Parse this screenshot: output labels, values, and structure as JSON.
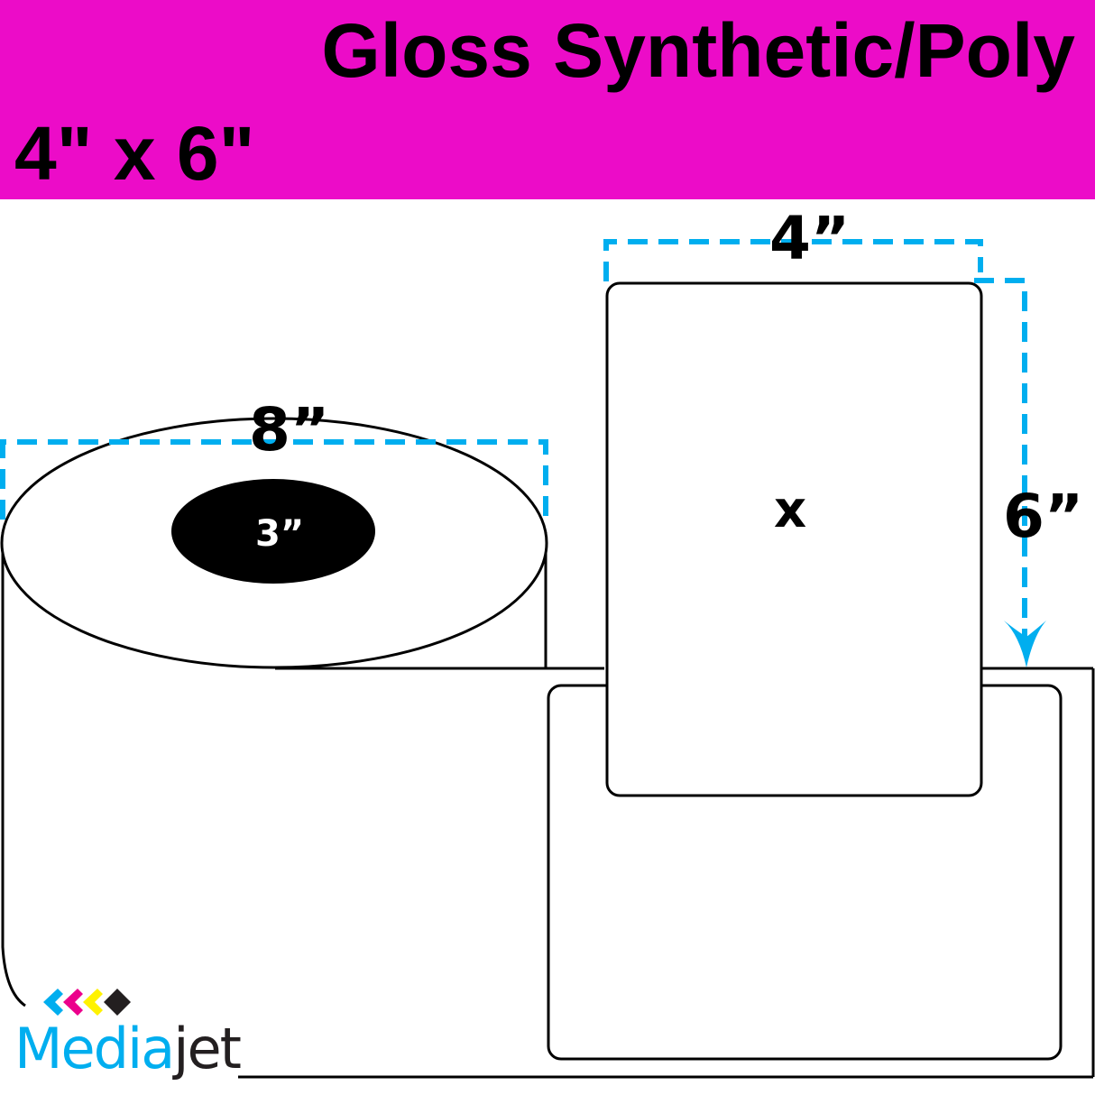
{
  "header": {
    "title": "Gloss Synthetic/Poly",
    "size": "4\" x 6\"",
    "background_color": "#ec0cc8",
    "text_color": "#000000"
  },
  "diagram": {
    "roll": {
      "outer_diameter_label": "8”",
      "core_diameter_label": "3”"
    },
    "label": {
      "width_label": "4”",
      "height_label": "6”",
      "center_mark": "x"
    },
    "colors": {
      "dimension_line": "#00aeef",
      "outline": "#000000",
      "core_fill": "#000000",
      "background": "#ffffff"
    }
  },
  "logo": {
    "brand_part1": "Media",
    "brand_part2": "jet",
    "mark_colors": [
      "#00aeef",
      "#ec008c",
      "#fff200",
      "#231f20"
    ],
    "primary_color": "#00aeef",
    "secondary_color": "#231f20"
  }
}
